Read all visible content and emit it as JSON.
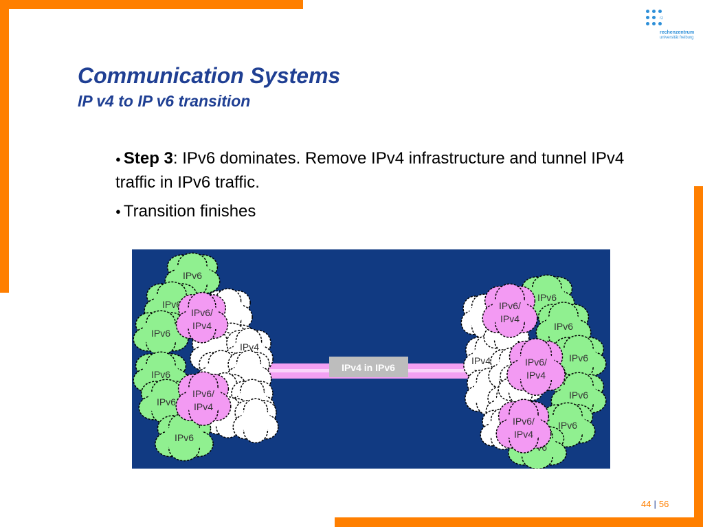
{
  "header": {
    "title": "Communication Systems",
    "subtitle": "IP v4 to IP v6 transition"
  },
  "logo": {
    "abbr": "rz",
    "line1": "rechenzentrum",
    "line2": "universität freiburg"
  },
  "bullets": [
    {
      "bold": "Step 3",
      "text": ": IPv6 dominates. Remove IPv4 infrastructure and tunnel IPv4 traffic in IPv6 traffic."
    },
    {
      "bold": "",
      "text": "Transition finishes"
    }
  ],
  "diagram": {
    "tunnel_label": "IPv4 in IPv6",
    "labels": {
      "ipv6": "IPv6",
      "ipv4": "IPv4",
      "dual_top": "IPv6/",
      "dual_bottom": "IPv4"
    },
    "colors": {
      "background": "#113a82",
      "ipv6": "#90f090",
      "dual": "#f39af3",
      "ipv4": "#ffffff",
      "tunnel": "#f3a0f3",
      "label_box": "#bdbdbd"
    }
  },
  "footer": {
    "page": "44",
    "total": "56"
  }
}
